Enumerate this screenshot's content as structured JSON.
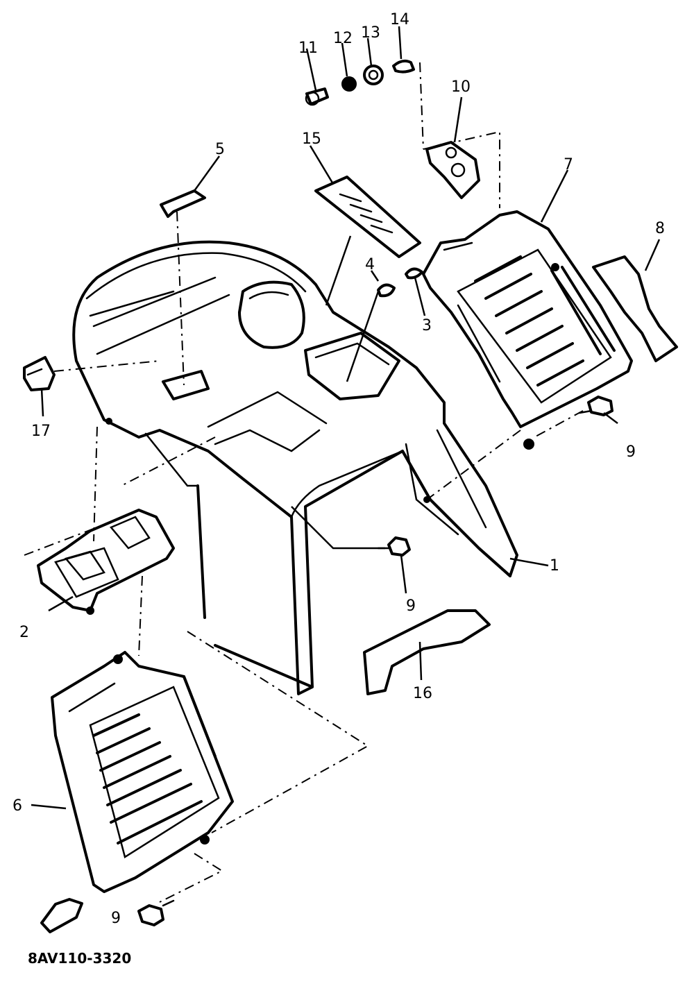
{
  "diagram": {
    "drawing_code": "8AV110-3320",
    "callouts": [
      "1",
      "2",
      "3",
      "4",
      "5",
      "6",
      "7",
      "8",
      "9",
      "9",
      "9",
      "10",
      "11",
      "12",
      "13",
      "14",
      "15",
      "16",
      "17"
    ]
  },
  "colors": {
    "ink": "#000000",
    "paper": "#ffffff"
  }
}
